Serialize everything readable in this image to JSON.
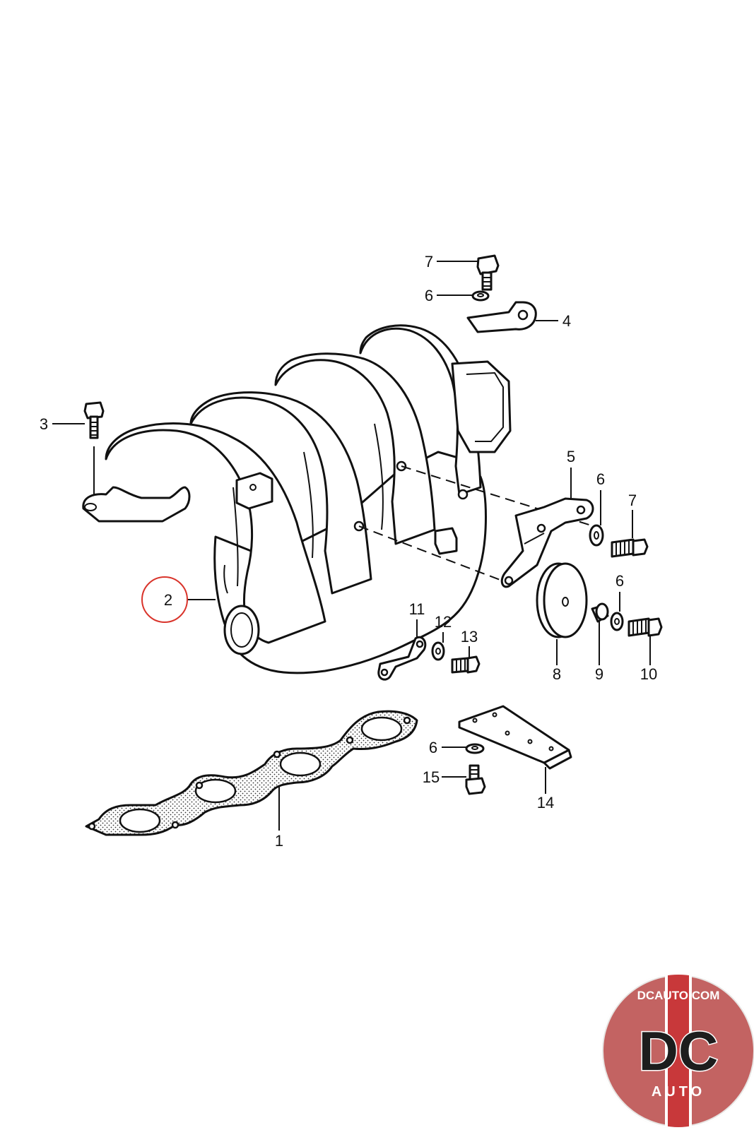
{
  "callouts": [
    {
      "id": "c1",
      "text": "1"
    },
    {
      "id": "c2",
      "text": "2"
    },
    {
      "id": "c3",
      "text": "3"
    },
    {
      "id": "c4",
      "text": "4"
    },
    {
      "id": "c5",
      "text": "5"
    },
    {
      "id": "c6a",
      "text": "6"
    },
    {
      "id": "c6b",
      "text": "6"
    },
    {
      "id": "c6c",
      "text": "6"
    },
    {
      "id": "c6d",
      "text": "6"
    },
    {
      "id": "c7a",
      "text": "7"
    },
    {
      "id": "c7b",
      "text": "7"
    },
    {
      "id": "c8",
      "text": "8"
    },
    {
      "id": "c9",
      "text": "9"
    },
    {
      "id": "c10",
      "text": "10"
    },
    {
      "id": "c11",
      "text": "11"
    },
    {
      "id": "c12",
      "text": "12"
    },
    {
      "id": "c13",
      "text": "13"
    },
    {
      "id": "c14",
      "text": "14"
    },
    {
      "id": "c15",
      "text": "15"
    }
  ],
  "highlight": {
    "callout": "2",
    "color": "#d9342b"
  },
  "logo": {
    "domain": "DCAUTO.COM",
    "letters": "DC",
    "sub": "AUTO",
    "ring_color": "#c8383a",
    "stripe_color": "#c8383a"
  }
}
